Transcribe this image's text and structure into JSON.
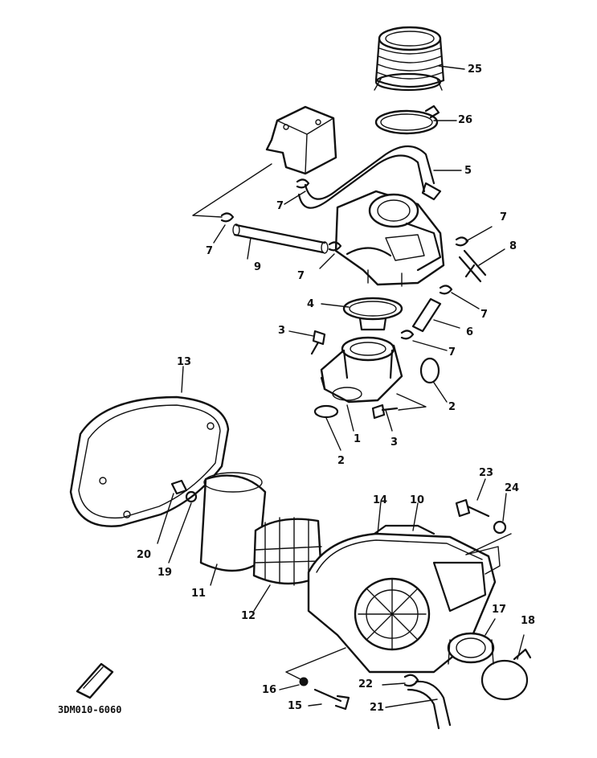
{
  "figure_code": "3DM010-6060",
  "callouts": [
    {
      "id": "c25",
      "text": "25"
    },
    {
      "id": "c26",
      "text": "26"
    },
    {
      "id": "c5",
      "text": "5"
    },
    {
      "id": "c7a",
      "text": "7"
    },
    {
      "id": "c7b",
      "text": "7"
    },
    {
      "id": "c7c",
      "text": "7"
    },
    {
      "id": "c7d",
      "text": "7"
    },
    {
      "id": "c7e",
      "text": "7"
    },
    {
      "id": "c7f",
      "text": "7"
    },
    {
      "id": "c9",
      "text": "9"
    },
    {
      "id": "c8",
      "text": "8"
    },
    {
      "id": "c4",
      "text": "4"
    },
    {
      "id": "c6",
      "text": "6"
    },
    {
      "id": "c3a",
      "text": "3"
    },
    {
      "id": "c3b",
      "text": "3"
    },
    {
      "id": "c2a",
      "text": "2"
    },
    {
      "id": "c2b",
      "text": "2"
    },
    {
      "id": "c1",
      "text": "1"
    },
    {
      "id": "c13",
      "text": "13"
    },
    {
      "id": "c14",
      "text": "14"
    },
    {
      "id": "c10",
      "text": "10"
    },
    {
      "id": "c23",
      "text": "23"
    },
    {
      "id": "c24",
      "text": "24"
    },
    {
      "id": "c20",
      "text": "20"
    },
    {
      "id": "c19",
      "text": "19"
    },
    {
      "id": "c11",
      "text": "11"
    },
    {
      "id": "c12",
      "text": "12"
    },
    {
      "id": "c17",
      "text": "17"
    },
    {
      "id": "c18",
      "text": "18"
    },
    {
      "id": "c16",
      "text": "16"
    },
    {
      "id": "c22",
      "text": "22"
    },
    {
      "id": "c15",
      "text": "15"
    },
    {
      "id": "c21",
      "text": "21"
    }
  ],
  "colors": {
    "ink": "#111111",
    "paper": "#ffffff"
  },
  "icons": {
    "front_marker": "front-direction-arrow-icon"
  }
}
